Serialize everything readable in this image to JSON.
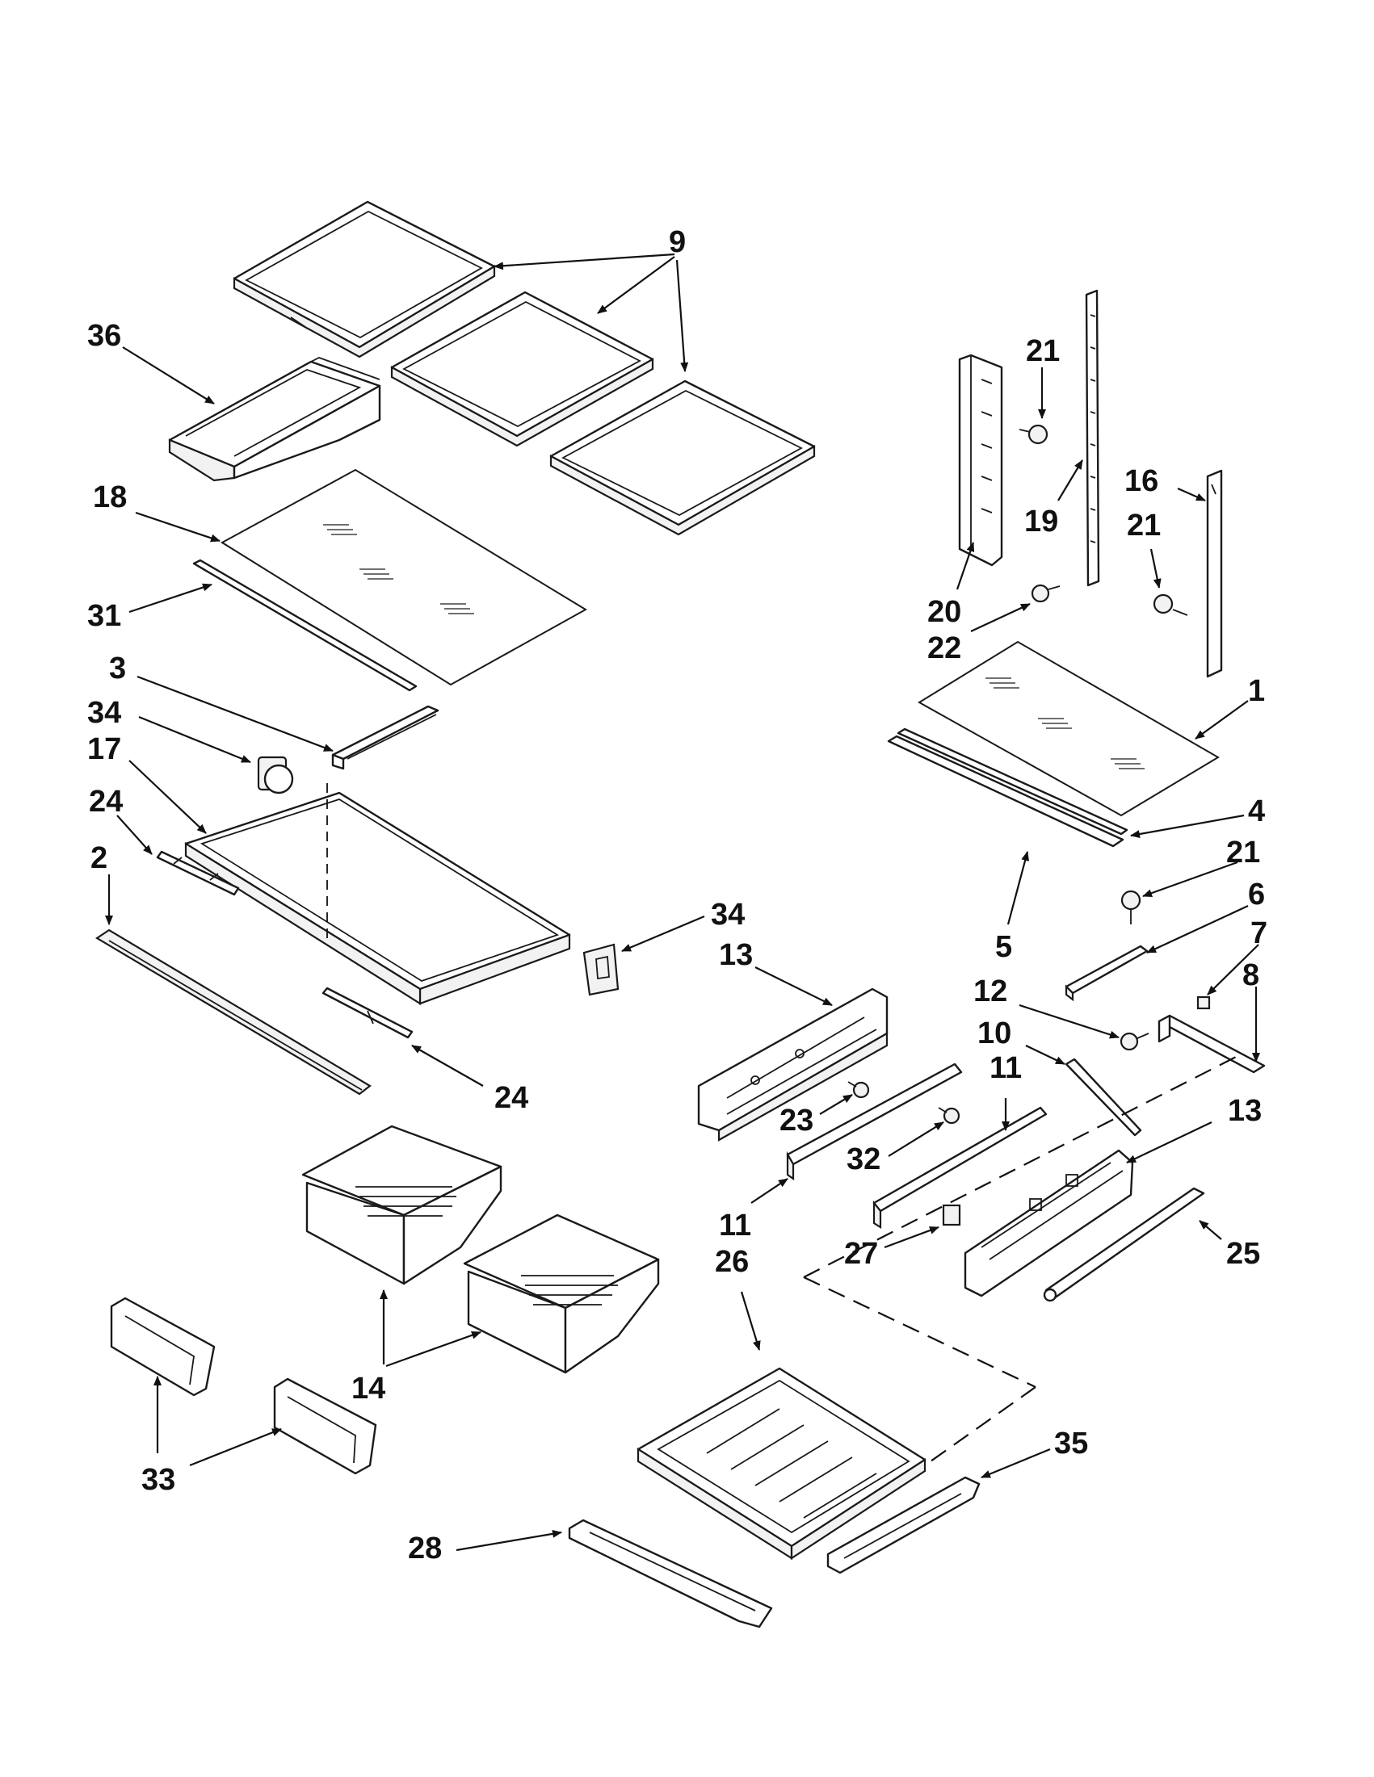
{
  "callouts": [
    {
      "id": "c9",
      "text": "9"
    },
    {
      "id": "c36",
      "text": "36"
    },
    {
      "id": "c21a",
      "text": "21"
    },
    {
      "id": "c18",
      "text": "18"
    },
    {
      "id": "c19",
      "text": "19"
    },
    {
      "id": "c16",
      "text": "16"
    },
    {
      "id": "c21b",
      "text": "21"
    },
    {
      "id": "c20",
      "text": "20"
    },
    {
      "id": "c31",
      "text": "31"
    },
    {
      "id": "c22",
      "text": "22"
    },
    {
      "id": "c3",
      "text": "3"
    },
    {
      "id": "c1",
      "text": "1"
    },
    {
      "id": "c34a",
      "text": "34"
    },
    {
      "id": "c17",
      "text": "17"
    },
    {
      "id": "c24a",
      "text": "24"
    },
    {
      "id": "c4",
      "text": "4"
    },
    {
      "id": "c21c",
      "text": "21"
    },
    {
      "id": "c2",
      "text": "2"
    },
    {
      "id": "c6",
      "text": "6"
    },
    {
      "id": "c34b",
      "text": "34"
    },
    {
      "id": "c7",
      "text": "7"
    },
    {
      "id": "c13a",
      "text": "13"
    },
    {
      "id": "c5",
      "text": "5"
    },
    {
      "id": "c12",
      "text": "12"
    },
    {
      "id": "c8",
      "text": "8"
    },
    {
      "id": "c10",
      "text": "10"
    },
    {
      "id": "c11a",
      "text": "11"
    },
    {
      "id": "c24b",
      "text": "24"
    },
    {
      "id": "c23",
      "text": "23"
    },
    {
      "id": "c13b",
      "text": "13"
    },
    {
      "id": "c32",
      "text": "32"
    },
    {
      "id": "c11b",
      "text": "11"
    },
    {
      "id": "c26",
      "text": "26"
    },
    {
      "id": "c27",
      "text": "27"
    },
    {
      "id": "c25",
      "text": "25"
    },
    {
      "id": "c14",
      "text": "14"
    },
    {
      "id": "c35",
      "text": "35"
    },
    {
      "id": "c33",
      "text": "33"
    },
    {
      "id": "c28",
      "text": "28"
    }
  ]
}
